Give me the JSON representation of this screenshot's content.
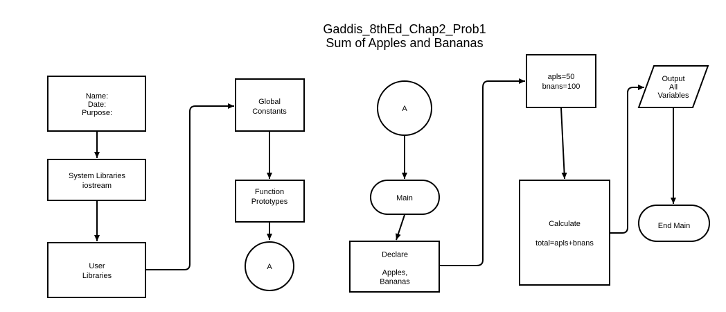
{
  "title": {
    "line1": "Gaddis_8thEd_Chap2_Prob1",
    "line2": "Sum of Apples and Bananas"
  },
  "nodes": {
    "header_box": [
      "Name:",
      "Date:",
      "Purpose:"
    ],
    "system_libraries": [
      "System Libraries",
      "iostream"
    ],
    "user_libraries": [
      "User",
      "Libraries"
    ],
    "global_constants": [
      "Global",
      "Constants"
    ],
    "function_prototypes": [
      "Function",
      "Prototypes"
    ],
    "connector_a_end": [
      "A"
    ],
    "connector_a_start": [
      "A"
    ],
    "main_start": [
      "Main"
    ],
    "declare": [
      "Declare",
      "",
      "Apples,",
      "Bananas"
    ],
    "assign": [
      "apls=50",
      "bnans=100"
    ],
    "calculate": [
      "Calculate",
      "",
      "total=apls+bnans"
    ],
    "output": [
      "Output",
      "All",
      "Variables"
    ],
    "end_main": [
      "End Main"
    ]
  },
  "edges": [
    [
      "header_box",
      "system_libraries"
    ],
    [
      "system_libraries",
      "user_libraries"
    ],
    [
      "user_libraries",
      "global_constants"
    ],
    [
      "global_constants",
      "function_prototypes"
    ],
    [
      "function_prototypes",
      "connector_a_end"
    ],
    [
      "connector_a_start",
      "main_start"
    ],
    [
      "main_start",
      "declare"
    ],
    [
      "declare",
      "assign"
    ],
    [
      "assign",
      "calculate"
    ],
    [
      "calculate",
      "output"
    ],
    [
      "output",
      "end_main"
    ]
  ]
}
